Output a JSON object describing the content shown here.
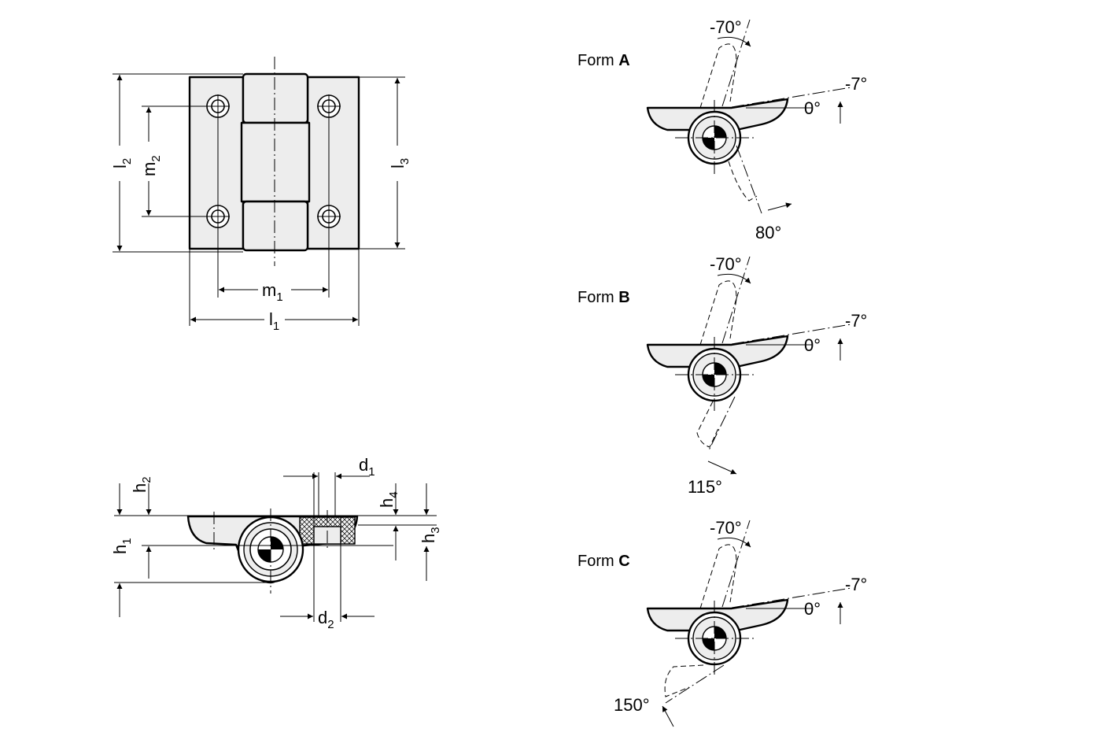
{
  "dimensions": {
    "l1": {
      "base": "l",
      "sub": "1"
    },
    "l2": {
      "base": "l",
      "sub": "2"
    },
    "l3": {
      "base": "l",
      "sub": "3"
    },
    "m1": {
      "base": "m",
      "sub": "1"
    },
    "m2": {
      "base": "m",
      "sub": "2"
    },
    "h1": {
      "base": "h",
      "sub": "1"
    },
    "h2": {
      "base": "h",
      "sub": "2"
    },
    "h3": {
      "base": "h",
      "sub": "3"
    },
    "h4": {
      "base": "h",
      "sub": "4"
    },
    "d1": {
      "base": "d",
      "sub": "1"
    },
    "d2": {
      "base": "d",
      "sub": "2"
    }
  },
  "forms": [
    {
      "prefix": "Form",
      "letter": "A",
      "open_angle": "-70°",
      "tilt_angle": "-7°",
      "zero_angle": "0°",
      "close_angle": "80°"
    },
    {
      "prefix": "Form",
      "letter": "B",
      "open_angle": "-70°",
      "tilt_angle": "-7°",
      "zero_angle": "0°",
      "close_angle": "115°"
    },
    {
      "prefix": "Form",
      "letter": "C",
      "open_angle": "-70°",
      "tilt_angle": "-7°",
      "zero_angle": "0°",
      "close_angle": "150°"
    }
  ]
}
